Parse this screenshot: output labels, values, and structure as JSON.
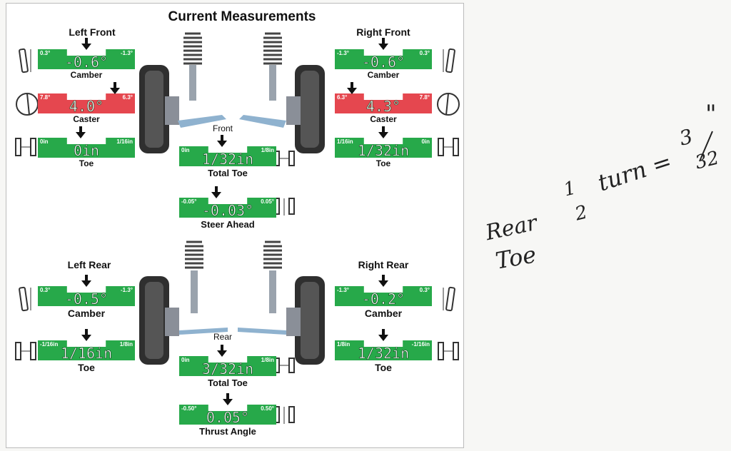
{
  "title": "Current Measurements",
  "headings": {
    "left_front": "Left Front",
    "right_front": "Right Front",
    "left_rear": "Left Rear",
    "right_rear": "Right Rear",
    "front": "Front",
    "rear": "Rear"
  },
  "meters": {
    "lf_camber": {
      "value": "-0.6°",
      "label": "Camber",
      "left": "0.3°",
      "right": "-1.3°",
      "status": "green"
    },
    "lf_caster": {
      "value": "4.0°",
      "label": "Caster",
      "left": "7.8°",
      "right": "6.3°",
      "status": "red"
    },
    "lf_toe": {
      "value": "0in",
      "label": "Toe",
      "left": "0in",
      "right": "1/16in",
      "status": "green"
    },
    "rf_camber": {
      "value": "-0.6°",
      "label": "Camber",
      "left": "-1.3°",
      "right": "0.3°",
      "status": "green"
    },
    "rf_caster": {
      "value": "4.3°",
      "label": "Caster",
      "left": "6.3°",
      "right": "7.8°",
      "status": "red"
    },
    "rf_toe": {
      "value": "1/32in",
      "label": "Toe",
      "left": "1/16in",
      "right": "0in",
      "status": "green"
    },
    "front_total_toe": {
      "value": "1/32in",
      "label": "Total Toe",
      "left": "0in",
      "right": "1/8in",
      "status": "green"
    },
    "steer_ahead": {
      "value": "-0.03°",
      "label": "Steer Ahead",
      "left": "-0.05°",
      "right": "0.05°",
      "status": "green"
    },
    "lr_camber": {
      "value": "-0.5°",
      "label": "Camber",
      "left": "0.3°",
      "right": "-1.3°",
      "status": "green"
    },
    "lr_toe": {
      "value": "1/16in",
      "label": "Toe",
      "left": "-1/16in",
      "right": "1/8in",
      "status": "green"
    },
    "rr_camber": {
      "value": "-0.2°",
      "label": "Camber",
      "left": "-1.3°",
      "right": "0.3°",
      "status": "green"
    },
    "rr_toe": {
      "value": "1/32in",
      "label": "Toe",
      "left": "1/8in",
      "right": "-1/16in",
      "status": "green"
    },
    "rear_total_toe": {
      "value": "3/32in",
      "label": "Total Toe",
      "left": "0in",
      "right": "1/8in",
      "status": "green"
    },
    "thrust_angle": {
      "value": "0.05°",
      "label": "Thrust Angle",
      "left": "-0.50°",
      "right": "0.50°",
      "status": "green"
    }
  },
  "colors": {
    "in_spec": "#27a94a",
    "out_of_spec": "#e5474f"
  },
  "handwritten_note": {
    "line1": "Rear",
    "line2": "Toe",
    "fraction_num": "1",
    "fraction_den": "2",
    "word": "turn =",
    "result_num": "3",
    "result_den": "32",
    "unit": "\""
  }
}
